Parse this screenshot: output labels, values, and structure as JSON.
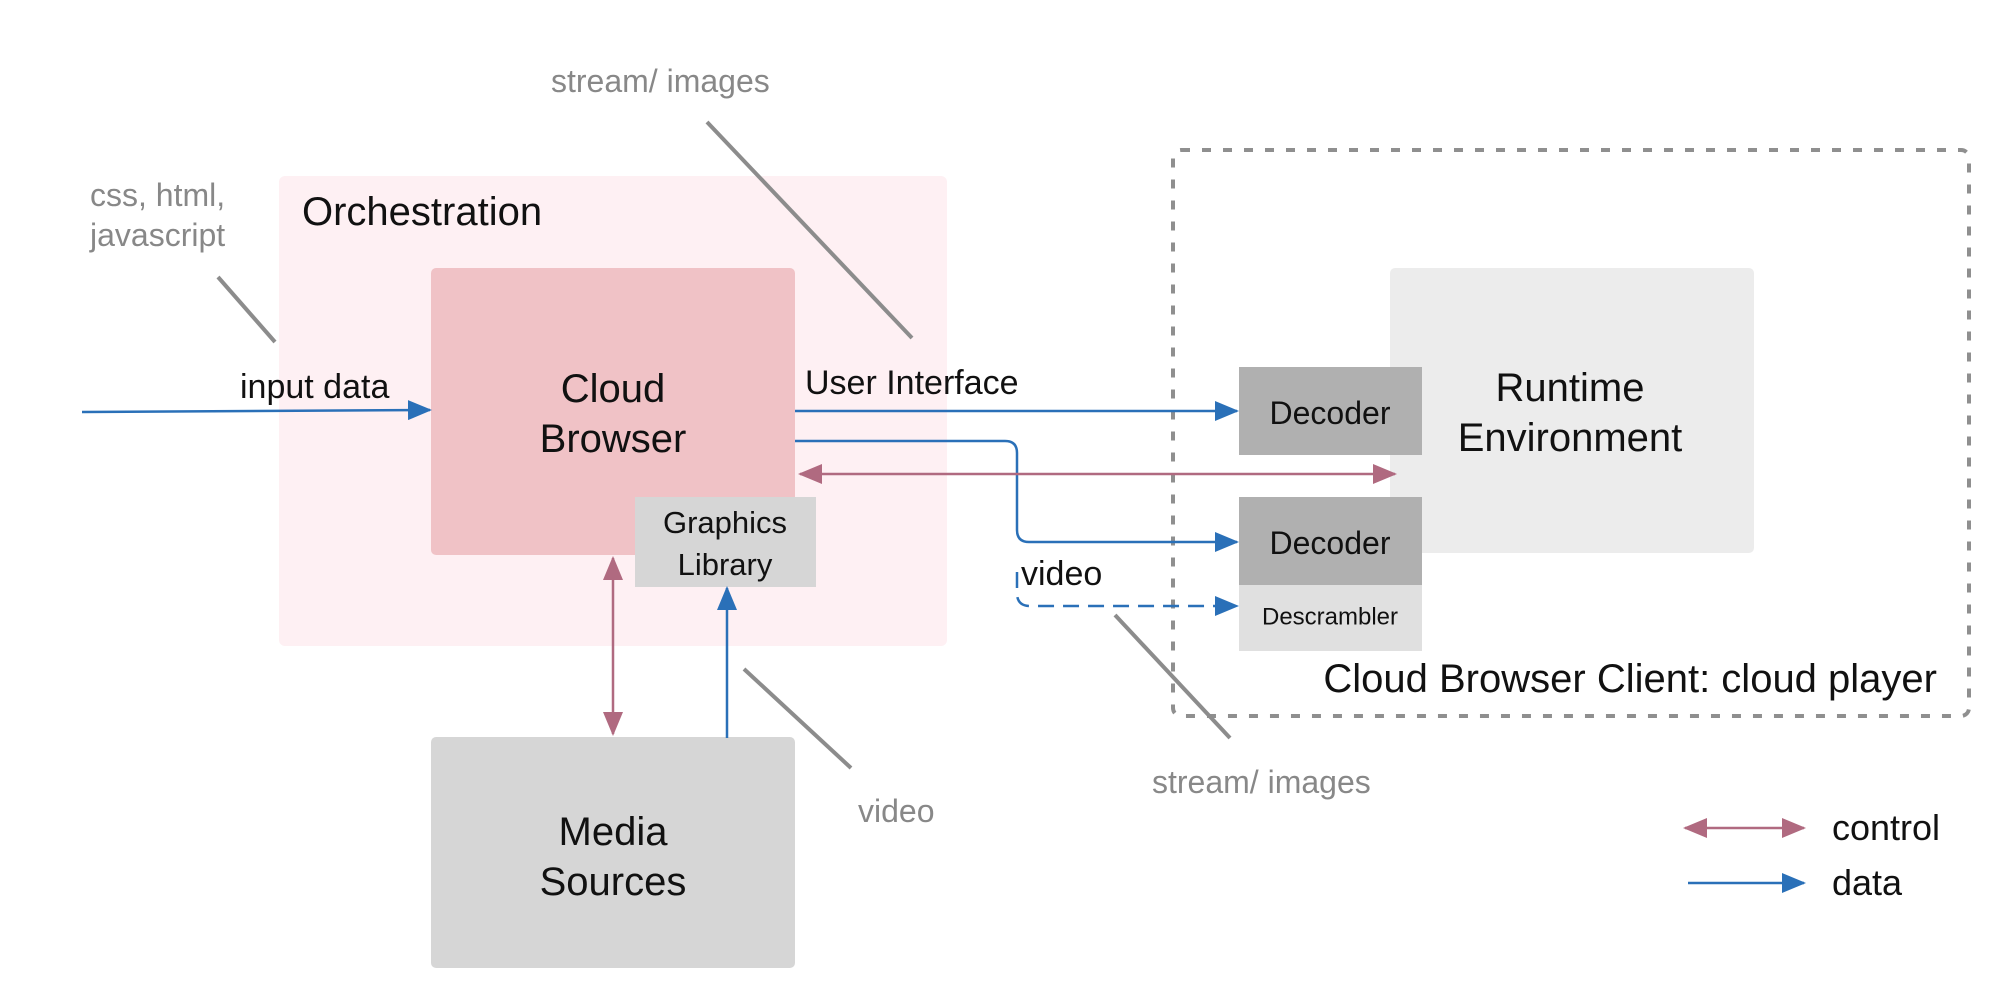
{
  "labels": {
    "orchestration": "Orchestration",
    "cloud_browser_line1": "Cloud",
    "cloud_browser_line2": "Browser",
    "graphics_library_line1": "Graphics",
    "graphics_library_line2": "Library",
    "media_sources_line1": "Media",
    "media_sources_line2": "Sources",
    "runtime_line1": "Runtime",
    "runtime_line2": "Environment",
    "decoder_top": "Decoder",
    "decoder_bottom": "Decoder",
    "descrambler": "Descrambler",
    "client": "Cloud Browser Client: cloud player",
    "input_data": "input data",
    "user_interface": "User Interface",
    "video_right": "video"
  },
  "annotations": {
    "css_line1": "css, html,",
    "css_line2": "javascript",
    "stream_top": "stream/ images",
    "stream_bottom": "stream/ images",
    "video_bottom": "video"
  },
  "legend": {
    "control": "control",
    "data": "data"
  },
  "colors": {
    "control": "#b06a80",
    "data": "#2a70b8",
    "annotation": "#8c8c8c",
    "orchestration_bg": "#fef0f3",
    "cloud_browser_bg": "#f0c2c6",
    "gray_box": "#d6d6d6",
    "decoder_bg": "#b0b0b0",
    "runtime_bg": "#ececec"
  }
}
